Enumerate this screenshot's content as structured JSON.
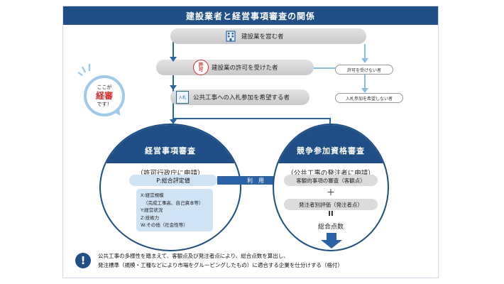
{
  "title": "建設業者と経営事項審査の関係",
  "steps": [
    {
      "label": "建設業を営む者"
    },
    {
      "label": "建設業の許可を受けた者",
      "badge": "許可"
    },
    {
      "label": "公共工事への入札参加を希望する者",
      "badge": "入札"
    }
  ],
  "side_labels": [
    "許可を受けない者",
    "入札参加を希望しない者"
  ],
  "callout": {
    "line1": "ここが",
    "line2": "経審",
    "line3": "です！"
  },
  "left_circle": {
    "title": "経営事項審査",
    "subtitle": "（許可行政庁に申請）",
    "pill": "P:総合評定値",
    "factors": [
      "X:経営規模",
      "（完成工事高、自己資本等）",
      "Y:経営状況",
      "Z:技術力",
      "W:その他（社会性等）"
    ]
  },
  "use_arrow_label": "利　用",
  "right_circle": {
    "title": "競争参加資格審査",
    "subtitle": "（公共工事の発注者に申請）",
    "item1": "客観的事項の審査（客観点）",
    "plus": "＋",
    "item2": "発注者別評価（発注者点）",
    "equals": "II",
    "total": "総合点数"
  },
  "note": {
    "icon": "!",
    "line1": "公共工事の多様性を踏まえて、客観点及び発注者点により、総合点数を算出し、",
    "line2": "発注標準（規模・工種などにより市場をグルーピングしたもの）に適合する企業を仕分けする（格付）"
  },
  "colors": {
    "primary": "#1f4f86",
    "accent": "#2a62a8",
    "light": "#cfe3f5",
    "red": "#d62b2b"
  }
}
